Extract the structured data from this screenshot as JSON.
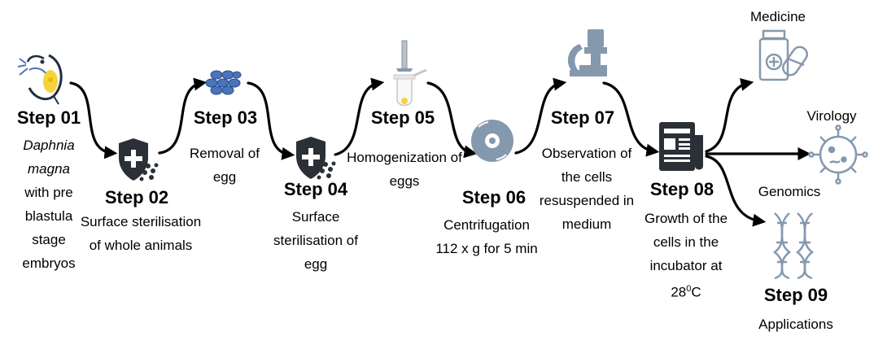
{
  "steps": [
    {
      "title": "Step 01",
      "desc_italic": "Daphnia magna",
      "desc": "with pre blastula stage embryos"
    },
    {
      "title": "Step 02",
      "desc": "Surface sterilisation of whole animals"
    },
    {
      "title": "Step 03",
      "desc": "Removal of egg"
    },
    {
      "title": "Step 04",
      "desc": "Surface sterilisation of egg"
    },
    {
      "title": "Step 05",
      "desc": "Homogenization of eggs"
    },
    {
      "title": "Step 06",
      "desc": "Centrifugation 112 x g for 5 min"
    },
    {
      "title": "Step 07",
      "desc": "Observation of the cells resuspended in medium"
    },
    {
      "title": "Step 08",
      "desc_main": "Growth of the cells in the incubator at",
      "temp_value": "28",
      "temp_sup": "0",
      "temp_unit": "C"
    },
    {
      "title": "Step 09",
      "desc": "Applications"
    }
  ],
  "applications": [
    {
      "label": "Medicine",
      "icon": "medicine-icon"
    },
    {
      "label": "Virology",
      "icon": "virus-icon"
    },
    {
      "label": "Genomics",
      "icon": "dna-icon"
    }
  ],
  "colors": {
    "icon_dark": "#2b2f36",
    "icon_blue": "#8599ae",
    "egg_blue": "#4a73b9",
    "yolk": "#f5d33b",
    "arrow": "#000000"
  }
}
